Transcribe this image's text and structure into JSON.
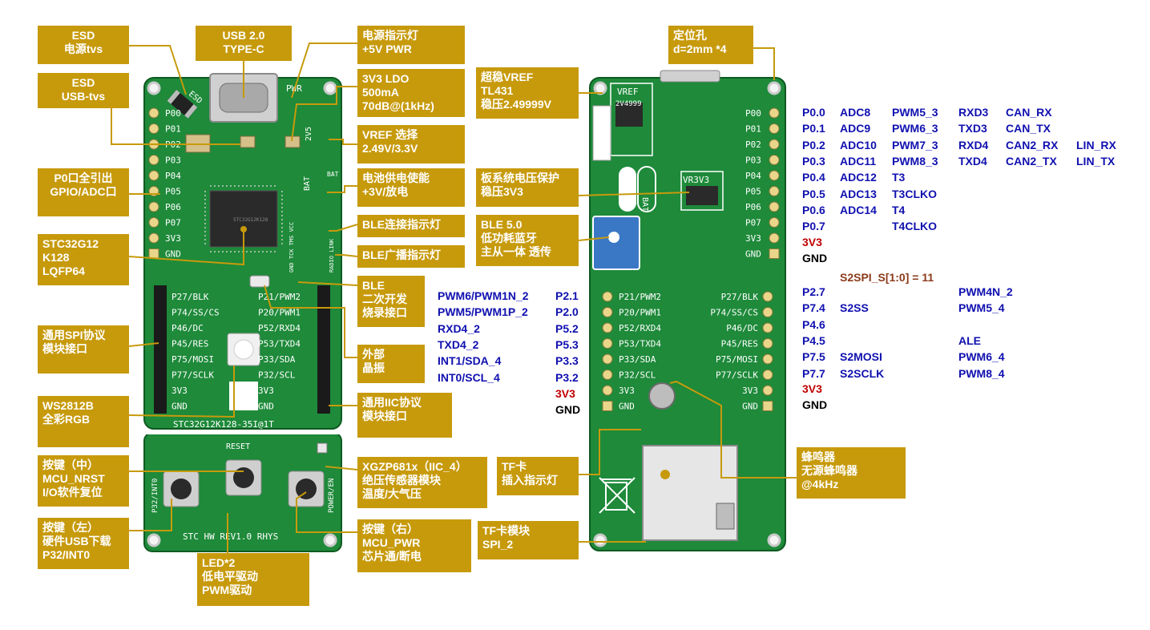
{
  "colors": {
    "callout": "#c79a0c",
    "pcb": "#1e8a3a",
    "pcb_dark": "#146b2a",
    "label_blue": "#1010b0",
    "label_red": "#c00000",
    "label_brown": "#8b3a1a",
    "leader": "#c79a0c"
  },
  "callouts": {
    "esd_power": "ESD\n电源tvs",
    "usb_typec": "USB 2.0\nTYPE-C",
    "power_led": "电源指示灯\n+5V PWR",
    "esd_usb": "ESD\nUSB-tvs",
    "ldo": "3V3 LDO\n500mA\n70dB@(1kHz)",
    "vref_select": "VREF 选择\n2.49V/3.3V",
    "p0_pins": "P0口全引出\nGPIO/ADC口",
    "battery": "电池供电使能\n+3V/放电",
    "ble_conn": "BLE连接指示灯",
    "mcu": "STC32G12\nK128\nLQFP64",
    "ble_adv": "BLE广播指示灯",
    "ble_dev": "BLE\n二次开发\n烧录接口",
    "spi_module": "通用SPI协议\n模块接口",
    "crystal": "外部\n晶振",
    "ws2812b": "WS2812B\n全彩RGB",
    "iic_module": "通用IIC协议\n模块接口",
    "key_mid": "按键（中）\nMCU_NRST\nI/O软件复位",
    "xgzp": "XGZP681x（IIC_4）\n绝压传感器模块\n温度/大气压",
    "key_left": "按键（左）\n硬件USB下载\nP32/INT0",
    "led2": "LED*2\n低电平驱动\nPWM驱动",
    "key_right": "按键（右）\nMCU_PWR\n芯片通/断电",
    "vref_super": "超稳VREF\nTL431\n稳压2.49999V",
    "board_protect": "板系统电压保护\n稳压3V3",
    "ble50": "BLE 5.0\n低功耗蓝牙\n主从一体 透传",
    "tf_led": "TF卡\n插入指示灯",
    "tf_module": "TF卡模块\nSPI_2",
    "mount_hole": "定位孔\nd=2mm *4",
    "buzzer": "蜂鸣器\n无源蜂鸣器\n@4kHz"
  },
  "board_front": {
    "silk_p0": [
      "P00",
      "P01",
      "P02",
      "P03",
      "P04",
      "P05",
      "P06",
      "P07",
      "3V3",
      "GND"
    ],
    "silk_left_header": [
      "P27/BLK",
      "P74/SS/CS",
      "P46/DC",
      "P45/RES",
      "P75/MOSI",
      "P77/SCLK",
      "3V3",
      "GND"
    ],
    "silk_right_header": [
      "P21/PWM2",
      "P20/PWM1",
      "P52/RXD4",
      "P53/TXD4",
      "P33/SDA",
      "P32/SCL",
      "3V3",
      "GND"
    ],
    "pwr": "PWR",
    "esd": "ESD",
    "v25": "2V5",
    "bat": "BAT",
    "bat2": "BAT",
    "chip": "STC32G12K128",
    "bottom_name": "STC32G12K128-35I@1T",
    "reset": "RESET",
    "p32int0": "P32/INT0",
    "power_en": "POWER/EN",
    "hw_rev": "STC HW REV1.0 RHYS",
    "debug": "GND TCK TMS VCC",
    "radio_link": "RADIO LINK"
  },
  "board_back": {
    "silk_p0": [
      "P00",
      "P01",
      "P02",
      "P03",
      "P04",
      "P05",
      "P06",
      "P07",
      "3V3",
      "GND"
    ],
    "silk_left_header": [
      "P21/PWM2",
      "P20/PWM1",
      "P52/RXD4",
      "P53/TXD4",
      "P33/SDA",
      "P32/SCL",
      "3V3",
      "GND"
    ],
    "silk_right_header": [
      "P27/BLK",
      "P74/SS/CS",
      "P46/DC",
      "P45/RES",
      "P75/MOSI",
      "P77/SCLK",
      "3V3",
      "GND"
    ],
    "vref": "VREF",
    "vref_val": "2V4999",
    "vr3v3": "VR3V3",
    "bat": "BAT"
  },
  "middle_table": {
    "left": [
      "PWM6/PWM1N_2",
      "PWM5/PWM1P_2",
      "RXD4_2",
      "TXD4_2",
      "INT1/SDA_4",
      "INT0/SCL_4"
    ],
    "right": [
      "P2.1",
      "P2.0",
      "P5.2",
      "P5.3",
      "P3.3",
      "P3.2",
      "3V3",
      "GND"
    ]
  },
  "p0_table": [
    [
      "P0.0",
      "ADC8",
      "PWM5_3",
      "RXD3",
      "CAN_RX",
      ""
    ],
    [
      "P0.1",
      "ADC9",
      "PWM6_3",
      "TXD3",
      "CAN_TX",
      ""
    ],
    [
      "P0.2",
      "ADC10",
      "PWM7_3",
      "RXD4",
      "CAN2_RX",
      "LIN_RX"
    ],
    [
      "P0.3",
      "ADC11",
      "PWM8_3",
      "TXD4",
      "CAN2_TX",
      "LIN_TX"
    ],
    [
      "P0.4",
      "ADC12",
      "T3",
      "",
      "",
      ""
    ],
    [
      "P0.5",
      "ADC13",
      "T3CLKO",
      "",
      "",
      ""
    ],
    [
      "P0.6",
      "ADC14",
      "T4",
      "",
      "",
      ""
    ],
    [
      "P0.7",
      "",
      "T4CLKO",
      "",
      "",
      ""
    ]
  ],
  "p0_power": [
    "3V3",
    "GND"
  ],
  "spi_title": "S2SPI_S[1:0] = 11",
  "spi_table": [
    [
      "P2.7",
      "",
      "PWM4N_2"
    ],
    [
      "P7.4",
      "S2SS",
      "PWM5_4"
    ],
    [
      "P4.6",
      "",
      ""
    ],
    [
      "P4.5",
      "",
      "ALE"
    ],
    [
      "P7.5",
      "S2MOSI",
      "PWM6_4"
    ],
    [
      "P7.7",
      "S2SCLK",
      "PWM8_4"
    ]
  ],
  "spi_power": [
    "3V3",
    "GND"
  ]
}
